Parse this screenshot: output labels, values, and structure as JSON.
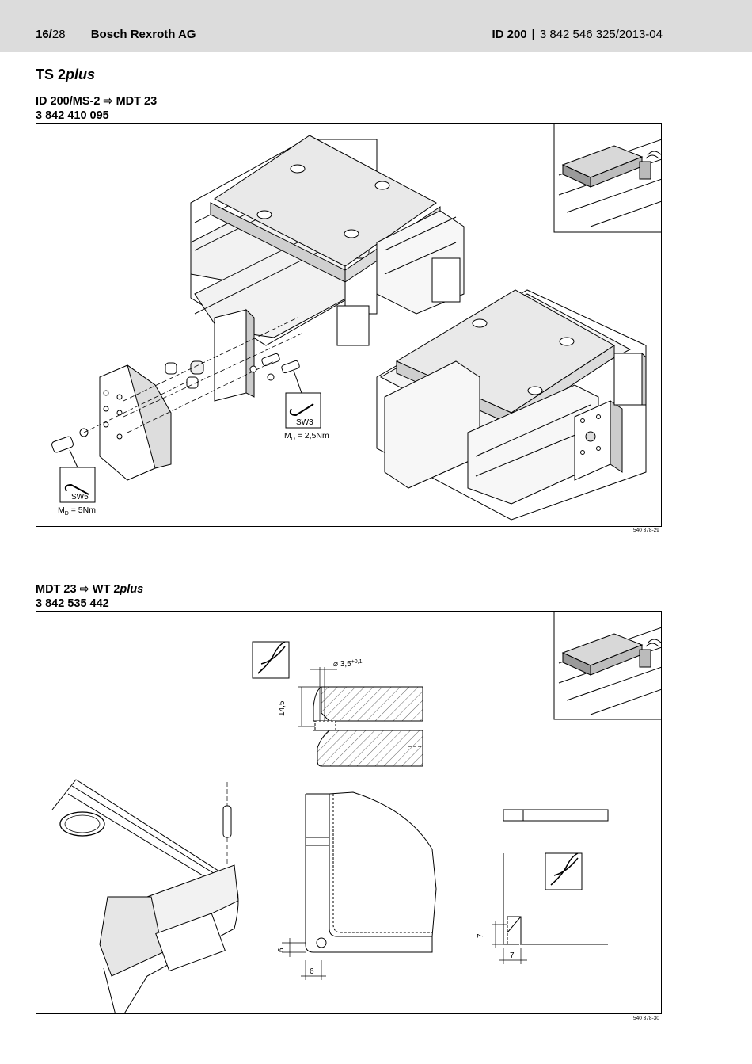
{
  "header": {
    "page": "16/",
    "total": "28",
    "company": "Bosch Rexroth AG",
    "product": "ID 200",
    "separator": "|",
    "doc_number": "3 842 546 325/2013-04"
  },
  "title": {
    "prefix": "TS 2",
    "italic": "plus"
  },
  "section1": {
    "line1": "ID 200/MS-2 ⇨ MDT 23",
    "line2": "3 842 410 095",
    "labels": {
      "sw3": "SW3",
      "md3": "M",
      "md3_sub": "D",
      "md3_val": " = 2,5Nm",
      "sw5": "SW5",
      "md5": "M",
      "md5_sub": "D",
      "md5_val": " = 5Nm"
    },
    "figure_code": "540 378-29"
  },
  "section2": {
    "line1_prefix": "MDT 23 ⇨ WT 2",
    "line1_italic": "plus",
    "line2": "3 842 535 442",
    "labels": {
      "diameter": "⌀ 3,5",
      "tolerance": "+0,1",
      "height": "14,5",
      "dim6a": "6",
      "dim6b": "6",
      "dim7a": "7",
      "dim7b": "7"
    },
    "figure_code": "540 378-30"
  }
}
